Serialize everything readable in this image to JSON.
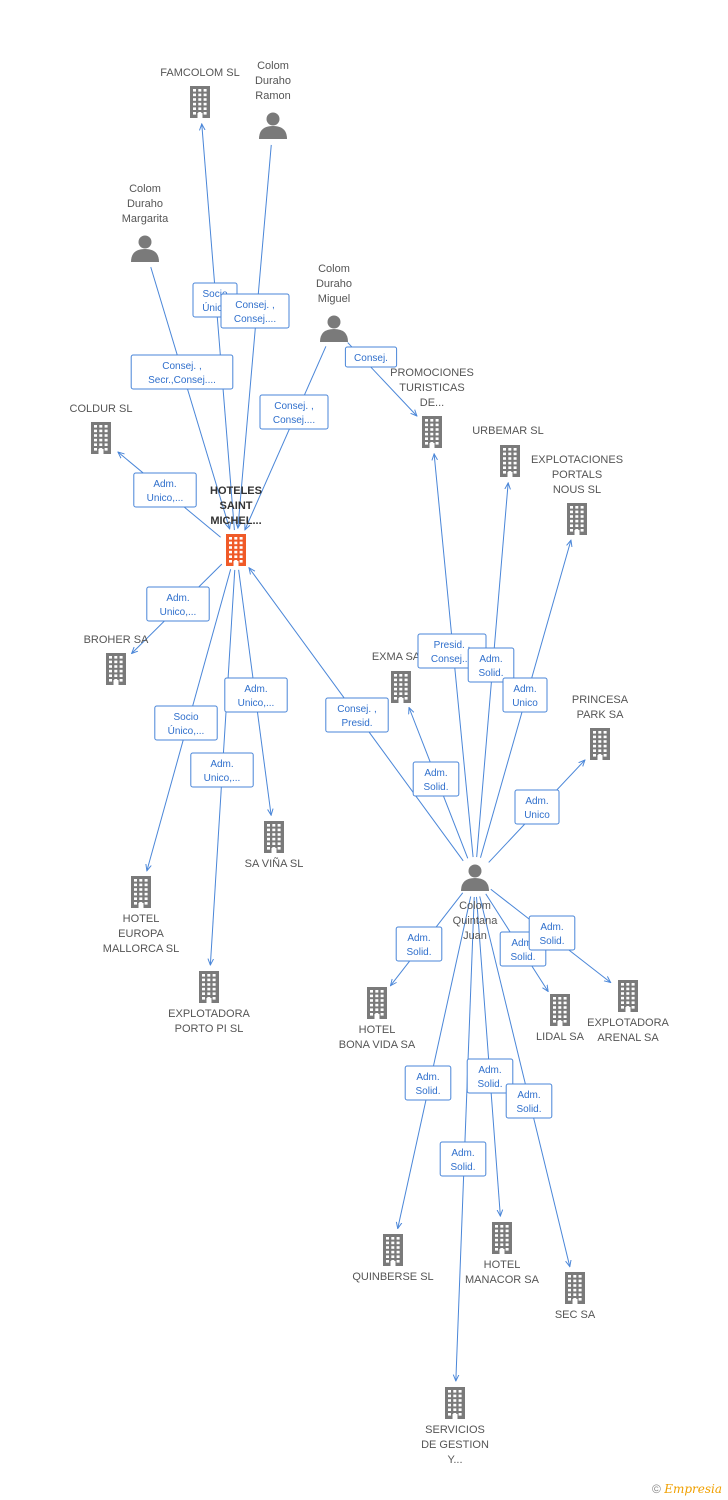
{
  "colors": {
    "edge": "#4a86d8",
    "company": "#7a7a7a",
    "person": "#7a7a7a",
    "main": "#f05a28"
  },
  "nodes": [
    {
      "id": "famcolom",
      "type": "company",
      "icon": "building-icon",
      "lines": [
        "FAMCOLOM  SL"
      ]
    },
    {
      "id": "colom_ramon",
      "type": "person",
      "icon": "person-icon",
      "lines": [
        "Colom",
        "Duraho",
        "Ramon"
      ]
    },
    {
      "id": "colom_margarita",
      "type": "person",
      "icon": "person-icon",
      "lines": [
        "Colom",
        "Duraho",
        "Margarita"
      ]
    },
    {
      "id": "colom_miguel",
      "type": "person",
      "icon": "person-icon",
      "lines": [
        "Colom",
        "Duraho",
        "Miguel"
      ]
    },
    {
      "id": "coldur",
      "type": "company",
      "icon": "building-icon",
      "lines": [
        "COLDUR  SL"
      ]
    },
    {
      "id": "hoteles",
      "type": "main",
      "icon": "building-icon",
      "lines": [
        "HOTELES",
        "SAINT",
        "MICHEL..."
      ]
    },
    {
      "id": "promociones",
      "type": "company",
      "icon": "building-icon",
      "lines": [
        "PROMOCIONES",
        "TURISTICAS",
        "DE..."
      ]
    },
    {
      "id": "urbemar",
      "type": "company",
      "icon": "building-icon",
      "lines": [
        "URBEMAR SL"
      ]
    },
    {
      "id": "explotaciones",
      "type": "company",
      "icon": "building-icon",
      "lines": [
        "EXPLOTACIONES",
        "PORTALS",
        "NOUS SL"
      ]
    },
    {
      "id": "broher",
      "type": "company",
      "icon": "building-icon",
      "lines": [
        "BROHER SA"
      ]
    },
    {
      "id": "exma",
      "type": "company",
      "icon": "building-icon",
      "lines": [
        "EXMA SA"
      ]
    },
    {
      "id": "princesa",
      "type": "company",
      "icon": "building-icon",
      "lines": [
        "PRINCESA",
        "PARK SA"
      ]
    },
    {
      "id": "savina",
      "type": "company",
      "icon": "building-icon",
      "lines": [
        "SA VIÑA  SL"
      ]
    },
    {
      "id": "europa",
      "type": "company",
      "icon": "building-icon",
      "lines": [
        "HOTEL",
        "EUROPA",
        "MALLORCA SL"
      ]
    },
    {
      "id": "colom_juan",
      "type": "person",
      "icon": "person-icon",
      "lines": [
        "Colom",
        "Quintana",
        "Juan"
      ]
    },
    {
      "id": "portopi",
      "type": "company",
      "icon": "building-icon",
      "lines": [
        "EXPLOTADORA",
        "PORTO PI SL"
      ]
    },
    {
      "id": "bonavida",
      "type": "company",
      "icon": "building-icon",
      "lines": [
        "HOTEL",
        "BONA VIDA SA"
      ]
    },
    {
      "id": "lidal",
      "type": "company",
      "icon": "building-icon",
      "lines": [
        "LIDAL SA"
      ]
    },
    {
      "id": "arenal",
      "type": "company",
      "icon": "building-icon",
      "lines": [
        "EXPLOTADORA",
        "ARENAL SA"
      ]
    },
    {
      "id": "quinberse",
      "type": "company",
      "icon": "building-icon",
      "lines": [
        "QUINBERSE  SL"
      ]
    },
    {
      "id": "manacor",
      "type": "company",
      "icon": "building-icon",
      "lines": [
        "HOTEL",
        "MANACOR SA"
      ]
    },
    {
      "id": "sec",
      "type": "company",
      "icon": "building-icon",
      "lines": [
        "SEC SA"
      ]
    },
    {
      "id": "servicios",
      "type": "company",
      "icon": "building-icon",
      "lines": [
        "SERVICIOS",
        "DE GESTION",
        "Y..."
      ]
    }
  ],
  "edges": [
    {
      "from": "hoteles",
      "to": "famcolom",
      "label": [
        "Socio",
        "Único"
      ]
    },
    {
      "from": "colom_ramon",
      "to": "hoteles",
      "label": [
        "Consej. ,",
        "Consej...."
      ]
    },
    {
      "from": "colom_margarita",
      "to": "hoteles",
      "label": [
        "Consej. ,",
        "Secr.,Consej...."
      ]
    },
    {
      "from": "colom_miguel",
      "to": "hoteles",
      "label": [
        "Consej. ,",
        "Consej...."
      ]
    },
    {
      "from": "colom_miguel",
      "to": "promociones",
      "label": [
        "Consej."
      ]
    },
    {
      "from": "hoteles",
      "to": "coldur",
      "label": [
        "Adm.",
        "Unico,..."
      ]
    },
    {
      "from": "hoteles",
      "to": "broher",
      "label": [
        "Adm.",
        "Unico,..."
      ]
    },
    {
      "from": "hoteles",
      "to": "europa",
      "label": [
        "Socio",
        "Único,..."
      ]
    },
    {
      "from": "hoteles",
      "to": "savina",
      "label": [
        "Adm.",
        "Unico,..."
      ]
    },
    {
      "from": "hoteles",
      "to": "portopi",
      "label": [
        "Adm.",
        "Unico,..."
      ]
    },
    {
      "from": "colom_juan",
      "to": "hoteles",
      "label": [
        "Consej. ,",
        "Presid."
      ]
    },
    {
      "from": "colom_juan",
      "to": "promociones",
      "label": [
        "Presid. ,",
        "Consej...."
      ]
    },
    {
      "from": "colom_juan",
      "to": "urbemar",
      "label": [
        "Adm.",
        "Solid."
      ]
    },
    {
      "from": "colom_juan",
      "to": "explotaciones",
      "label": [
        "Adm.",
        "Unico"
      ]
    },
    {
      "from": "colom_juan",
      "to": "exma",
      "label": [
        "Adm.",
        "Solid."
      ]
    },
    {
      "from": "colom_juan",
      "to": "princesa",
      "label": [
        "Adm.",
        "Unico"
      ]
    },
    {
      "from": "colom_juan",
      "to": "bonavida",
      "label": [
        "Adm.",
        "Solid."
      ]
    },
    {
      "from": "colom_juan",
      "to": "lidal",
      "label": [
        "Adm.",
        "Solid."
      ]
    },
    {
      "from": "colom_juan",
      "to": "arenal",
      "label": [
        "Adm.",
        "Solid."
      ]
    },
    {
      "from": "colom_juan",
      "to": "quinberse",
      "label": [
        "Adm.",
        "Solid."
      ]
    },
    {
      "from": "colom_juan",
      "to": "manacor",
      "label": [
        "Adm.",
        "Solid."
      ]
    },
    {
      "from": "colom_juan",
      "to": "sec",
      "label": [
        "Adm.",
        "Solid."
      ]
    },
    {
      "from": "colom_juan",
      "to": "servicios",
      "label": [
        "Adm.",
        "Solid."
      ]
    }
  ],
  "footer": {
    "copyright": "©",
    "brand": "Empresia"
  }
}
